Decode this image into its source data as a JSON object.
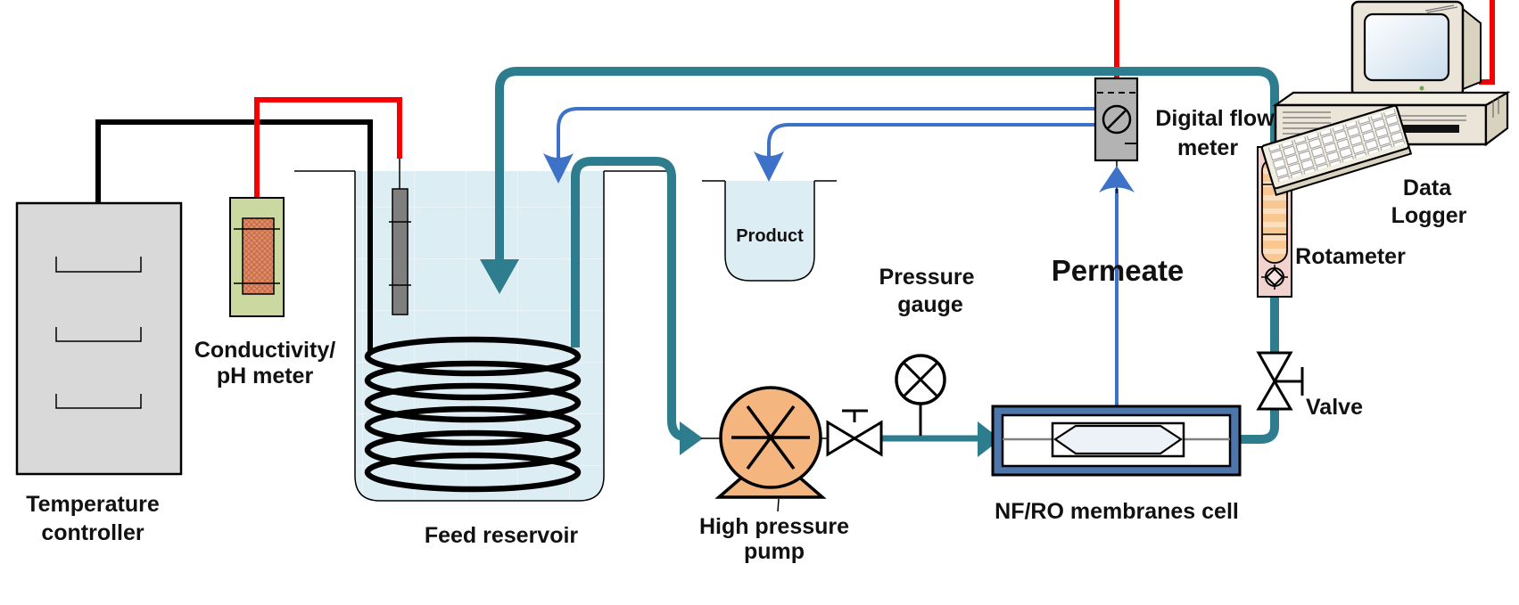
{
  "labels": {
    "temperature_controller": {
      "line1": "Temperature",
      "line2": "controller"
    },
    "conductivity_meter": {
      "line1": "Conductivity/",
      "line2": "pH meter"
    },
    "feed_reservoir": "Feed reservoir",
    "product": "Product",
    "pressure_gauge": {
      "line1": "Pressure",
      "line2": "gauge"
    },
    "high_pressure_pump": {
      "line1": "High pressure",
      "line2": "pump"
    },
    "membrane_cell": "NF/RO membranes cell",
    "permeate": "Permeate",
    "digital_flow_meter": {
      "line1": "Digital flow",
      "line2": "meter"
    },
    "rotameter": "Rotameter",
    "valve": "Valve",
    "data_logger": {
      "line1": "Data",
      "line2": "Logger"
    }
  },
  "colors": {
    "pipe_teal": "#2e7d8e",
    "permeate_blue": "#3e71c8",
    "wire_red": "#f40000",
    "water_blue": "#ddedf4",
    "pump_orange": "#f5b57f",
    "cell_blue": "#4d76ab",
    "membrane_fill": "#edf1f8",
    "rotameter_pink": "#f1d2ce",
    "rotameter_stripe": "#f9c792",
    "meter_gray": "#b3b3b3",
    "controller_gray": "#d9d9d9",
    "sensor_green": "#cbd8a0",
    "sensor_orange": "#e08a66",
    "computer_beige": "#eae5d8",
    "computer_shadow": "#d9d2bf"
  }
}
